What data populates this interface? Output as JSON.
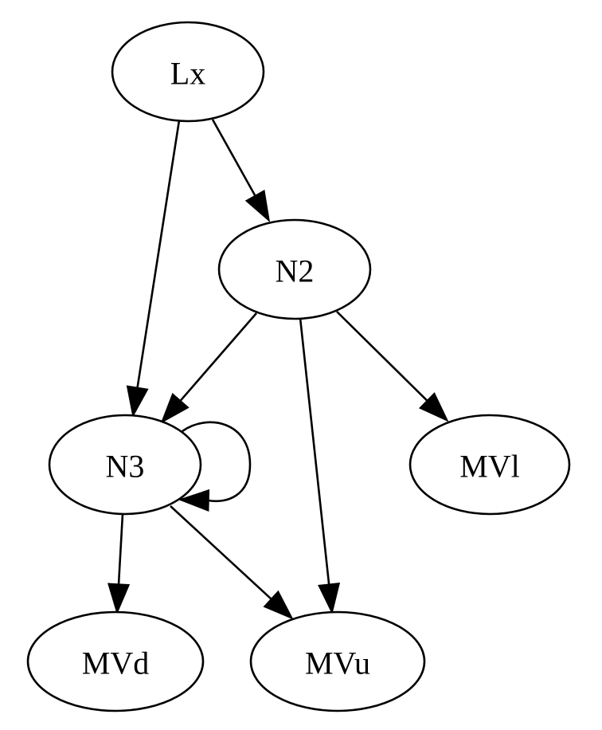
{
  "diagram": {
    "type": "directed-graph",
    "nodes": [
      {
        "id": "Lx",
        "label": "Lx"
      },
      {
        "id": "N2",
        "label": "N2"
      },
      {
        "id": "N3",
        "label": "N3"
      },
      {
        "id": "MVl",
        "label": "MVl"
      },
      {
        "id": "MVd",
        "label": "MVd"
      },
      {
        "id": "MVu",
        "label": "MVu"
      }
    ],
    "edges": [
      {
        "from": "Lx",
        "to": "N2"
      },
      {
        "from": "Lx",
        "to": "N3"
      },
      {
        "from": "N2",
        "to": "N3"
      },
      {
        "from": "N2",
        "to": "MVu"
      },
      {
        "from": "N2",
        "to": "MVl"
      },
      {
        "from": "N3",
        "to": "N3"
      },
      {
        "from": "N3",
        "to": "MVd"
      },
      {
        "from": "N3",
        "to": "MVu"
      }
    ],
    "colors": {
      "stroke": "#000000",
      "fill": "#ffffff",
      "text": "#000000"
    }
  }
}
